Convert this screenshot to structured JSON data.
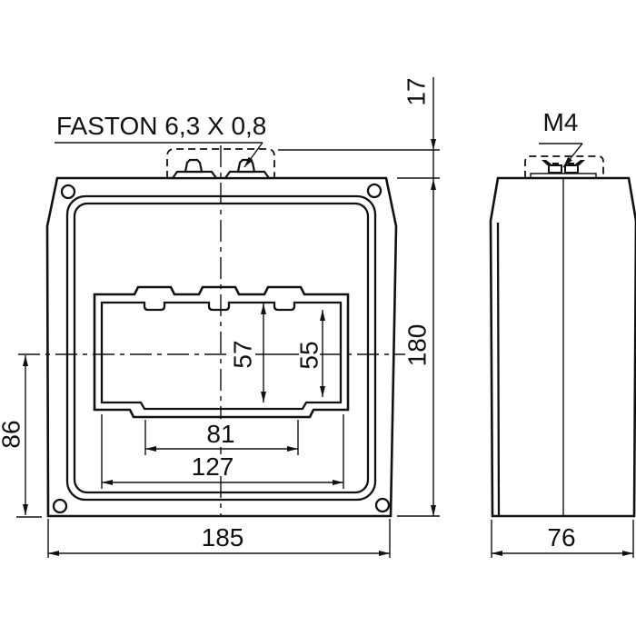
{
  "drawing": {
    "title_hint": "transformer dimensional drawing, front and side views",
    "labels": {
      "faston": "FASTON 6,3 X 0,8",
      "m4": "M4"
    },
    "dimensions": {
      "terminal_height": "17",
      "body_height": "180",
      "body_width": "185",
      "center_to_bottom": "86",
      "window_outer_width": "127",
      "window_inner_width": "81",
      "window_height_left": "57",
      "window_height_right": "55",
      "depth": "76"
    },
    "colors": {
      "line": "#111111",
      "background": "#ffffff"
    }
  }
}
